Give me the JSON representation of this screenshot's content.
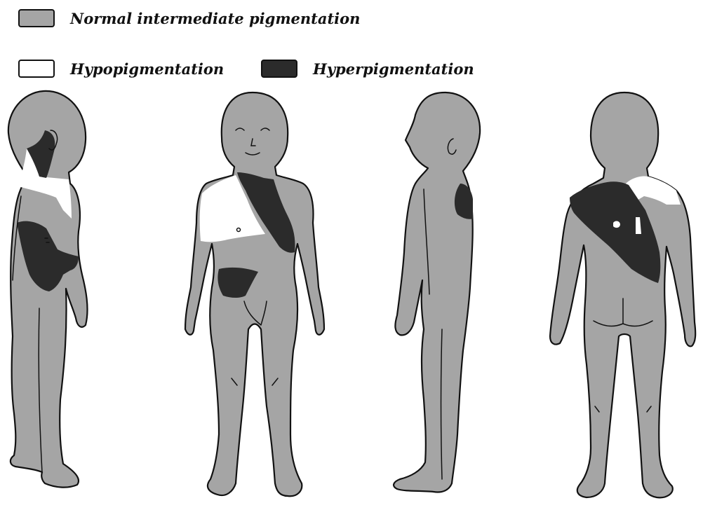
{
  "legend": {
    "normal": {
      "label": "Normal intermediate pigmentation",
      "color": "#a5a5a5"
    },
    "hypo": {
      "label": "Hypopigmentation",
      "color": "#ffffff"
    },
    "hyper": {
      "label": "Hyperpigmentation",
      "color": "#2b2b2b"
    }
  },
  "colors": {
    "outline": "#111111",
    "skin": "#a5a5a5",
    "hypo": "#ffffff",
    "hyper": "#2b2b2b"
  }
}
